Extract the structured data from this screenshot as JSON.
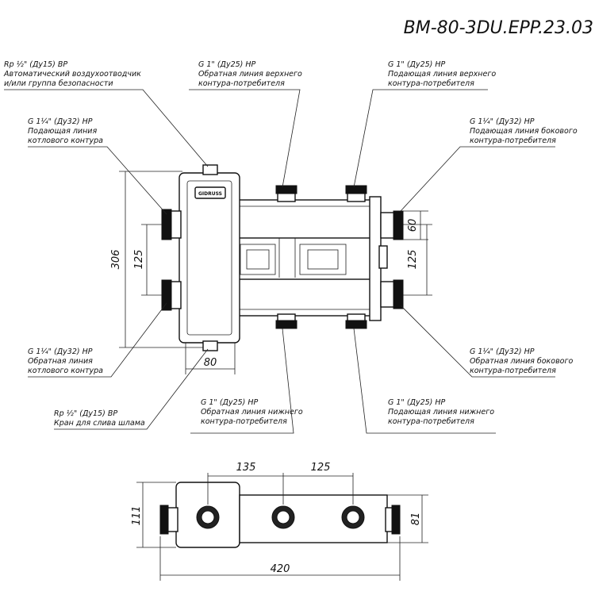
{
  "title": "BM-80-3DU.EPP.23.03",
  "callouts": {
    "air_vent": [
      "Rp ½\" (Ду15) ВР",
      "Автоматический воздухоотводчик",
      "и/или группа безопасности"
    ],
    "return_upper": [
      "G 1\" (Ду25) НР",
      "Обратная линия верхнего",
      "контура-потребителя"
    ],
    "supply_upper": [
      "G 1\" (Ду25) НР",
      "Подающая линия верхнего",
      "контура-потребителя"
    ],
    "boiler_supply": [
      "G 1¼\" (Ду32) НР",
      "Подающая линия",
      "котлового контура"
    ],
    "side_supply": [
      "G 1¼\" (Ду32) НР",
      "Подающая линия бокового",
      "контура-потребителя"
    ],
    "boiler_return": [
      "G 1¼\" (Ду32) НР",
      "Обратная линия",
      "котлового контура"
    ],
    "side_return": [
      "G 1¼\" (Ду32) НР",
      "Обратная линия бокового",
      "контура-потребителя"
    ],
    "drain": [
      "Rp ½\" (Ду15) ВР",
      "Кран для слива шлама"
    ],
    "return_lower": [
      "G 1\" (Ду25) НР",
      "Обратная линия нижнего",
      "контура-потребителя"
    ],
    "supply_lower": [
      "G 1\" (Ду25) НР",
      "Подающая линия нижнего",
      "контура-потребителя"
    ]
  },
  "dimensions": {
    "total_height": "306",
    "left_spacing": "125",
    "right_spacing": "125",
    "right_top": "60",
    "separator_width": "80",
    "top_view_spacing_1": "135",
    "top_view_spacing_2": "125",
    "top_view_depth": "111",
    "top_view_right": "81",
    "total_length": "420"
  },
  "logo_text": "GIDRUSS"
}
